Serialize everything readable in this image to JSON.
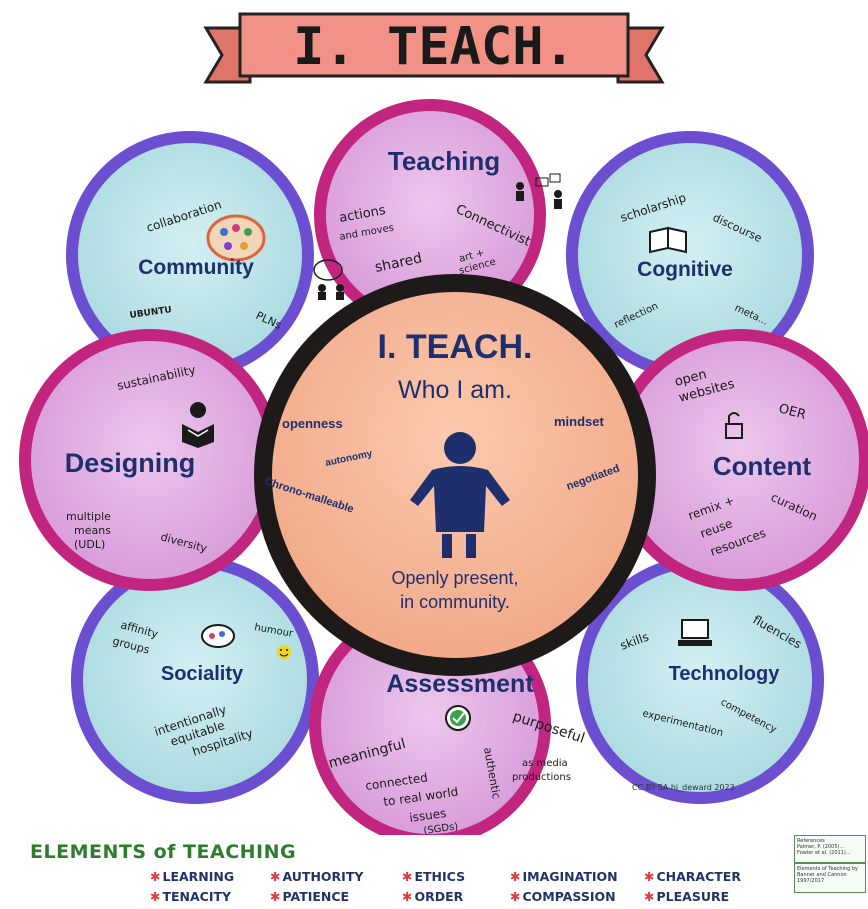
{
  "banner": {
    "title": "I. TEACH."
  },
  "center": {
    "title": "I. TEACH.",
    "subtitle": "Who I am.",
    "words": [
      "openness",
      "autonomy",
      "mindset",
      "negotiated",
      "Chrono-malleable"
    ],
    "footer_line1": "Openly present,",
    "footer_line2": "in community."
  },
  "petals": {
    "teaching": {
      "label": "Teaching",
      "words": [
        "actions",
        "and moves",
        "Connectivist",
        "shared",
        "art +",
        "science"
      ]
    },
    "cognitive": {
      "label": "Cognitive",
      "words": [
        "scholarship",
        "discourse",
        "reflection",
        "meta..."
      ]
    },
    "content": {
      "label": "Content",
      "words": [
        "open",
        "websites",
        "OER",
        "curation",
        "remix +",
        "reuse",
        "resources"
      ]
    },
    "technology": {
      "label": "Technology",
      "words": [
        "skills",
        "fluencies",
        "competency",
        "experimentation"
      ]
    },
    "assessment": {
      "label": "Assessment",
      "words": [
        "meaningful",
        "purposeful",
        "authentic",
        "as media",
        "productions",
        "connected",
        "to real world",
        "issues",
        "(SGDs)"
      ]
    },
    "sociality": {
      "label": "Sociality",
      "words": [
        "affinity",
        "groups",
        "humour",
        "intentionally",
        "equitable",
        "hospitality"
      ]
    },
    "designing": {
      "label": "Designing",
      "words": [
        "sustainability",
        "multiple",
        "means",
        "(UDL)",
        "diversity"
      ]
    },
    "community": {
      "label": "Community",
      "words": [
        "collaboration",
        "UBUNTU",
        "PLNs"
      ]
    }
  },
  "credit": "CC BY-SA hj_deward 2023",
  "elements": {
    "title": "ELEMENTS of TEACHING",
    "items": [
      "LEARNING",
      "AUTHORITY",
      "ETHICS",
      "IMAGINATION",
      "CHARACTER",
      "TENACITY",
      "PATIENCE",
      "ORDER",
      "COMPASSION",
      "PLEASURE"
    ],
    "star": "✱"
  },
  "references": {
    "box1": "References\nPalmer, P. (2005)...\nFowler et al. (2011)...",
    "box2": "Elements of Teaching by\nBanner and Cannon\n1997/2017"
  },
  "colors": {
    "pink_ring": "#c2257f",
    "purple_ring": "#6b4fd0",
    "pink_fill": "#dca7de",
    "teal_fill": "#b8e1e6",
    "center_fill": "#f6b89a",
    "center_ring": "#1f1a1a",
    "navy": "#1f2f6e",
    "banner": "#f08a80",
    "green": "#2e7d2e",
    "star_red": "#e23a3a"
  }
}
